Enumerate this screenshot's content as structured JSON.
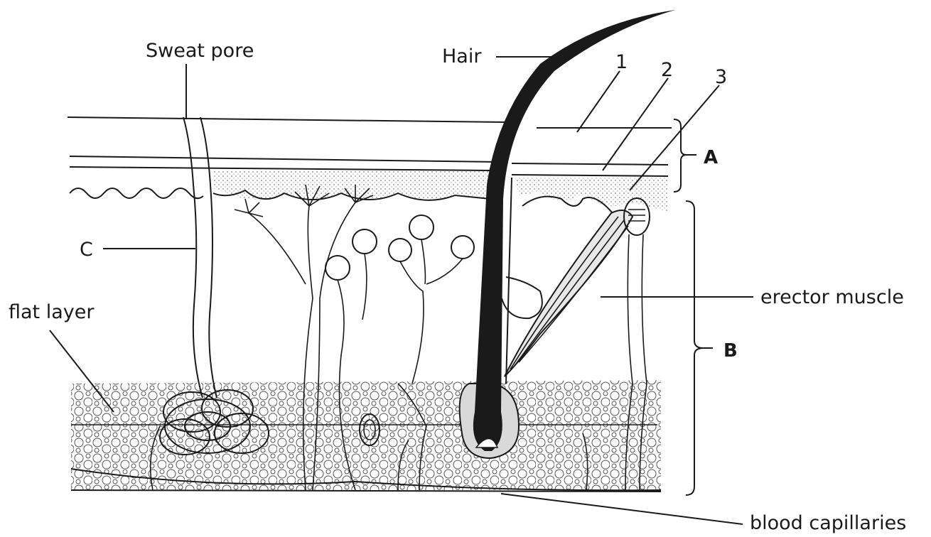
{
  "labels": {
    "sweat_pore": "Sweat pore",
    "hair": "Hair",
    "one": "1",
    "two": "2",
    "three": "3",
    "a": "A",
    "b": "B",
    "c": "C",
    "flat_layer": "flat layer",
    "erector_muscle": "erector muscle",
    "blood_capillaries": "blood capillaries"
  }
}
